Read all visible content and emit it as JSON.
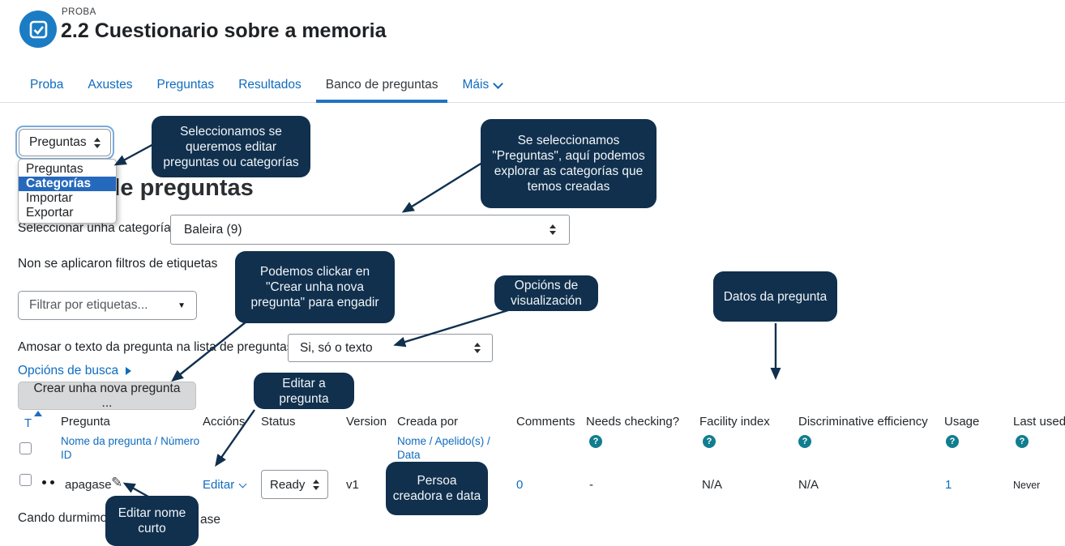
{
  "header": {
    "course_label": "PROBA",
    "title": "2.2 Cuestionario sobre a memoria"
  },
  "nav": {
    "tabs": [
      {
        "label": "Proba"
      },
      {
        "label": "Axustes"
      },
      {
        "label": "Preguntas"
      },
      {
        "label": "Resultados"
      },
      {
        "label": "Banco de preguntas",
        "active": true
      },
      {
        "label": "Máis"
      }
    ]
  },
  "bank": {
    "heading": "Banco de preguntas",
    "mode_select_value": "Preguntas",
    "mode_menu": {
      "items": [
        "Preguntas",
        "Categorías",
        "Importar",
        "Exportar"
      ],
      "selected": "Categorías"
    },
    "category_label": "Seleccionar unha categoría:",
    "category_value": "Baleira (9)",
    "tag_filter_status": "Non se aplicaron filtros de etiquetas",
    "tag_filter_placeholder": "Filtrar por etiquetas...",
    "show_text_label": "Amosar o texto da pregunta na lista de preguntas",
    "show_text_value": "Si, só o texto",
    "search_options_label": "Opcións de busca",
    "create_button_label": "Crear unha nova pregunta ..."
  },
  "callouts": [
    {
      "id": "mode",
      "text": "Seleccionamos se queremos editar preguntas ou categorías"
    },
    {
      "id": "category",
      "text": "Se seleccionamos \"Preguntas\", aquí podemos explorar as categorías que temos creadas"
    },
    {
      "id": "create",
      "text": "Podemos clickar en \"Crear unha nova pregunta\" para engadir"
    },
    {
      "id": "display",
      "text": "Opcións de visualización"
    },
    {
      "id": "data",
      "text": "Datos da pregunta"
    },
    {
      "id": "edit",
      "text": "Editar a pregunta"
    },
    {
      "id": "creator",
      "text": "Persoa creadora e data"
    },
    {
      "id": "shortname",
      "text": "Editar nome curto"
    }
  ],
  "table": {
    "headers": {
      "t": "T",
      "pregunta": "Pregunta",
      "pregunta_sub": "Nome da pregunta / Número ID",
      "accions": "Accións",
      "status": "Status",
      "version": "Version",
      "creada": "Creada por",
      "creada_sub": "Nome / Apelido(s) / Data",
      "comments": "Comments",
      "needs": "Needs checking?",
      "facility": "Facility index",
      "discrim": "Discriminative efficiency",
      "usage": "Usage",
      "lastused": "Last used"
    },
    "row": {
      "name": "apagase",
      "action": "Editar",
      "status": "Ready",
      "version": "v1",
      "comments": "0",
      "needs": "-",
      "facility": "N/A",
      "discrim": "N/A",
      "usage": "1",
      "lastused": "Never"
    },
    "question_text": {
      "left": "Cando durmimo",
      "right": "ase"
    }
  },
  "colors": {
    "link_blue": "#0f6cbf",
    "callout_navy": "#10304e",
    "menu_highlight_blue": "#2569bd",
    "help_teal": "#117e8f",
    "activity_icon_blue": "#1b7cc4",
    "active_tab_underline": "#2173c2"
  }
}
